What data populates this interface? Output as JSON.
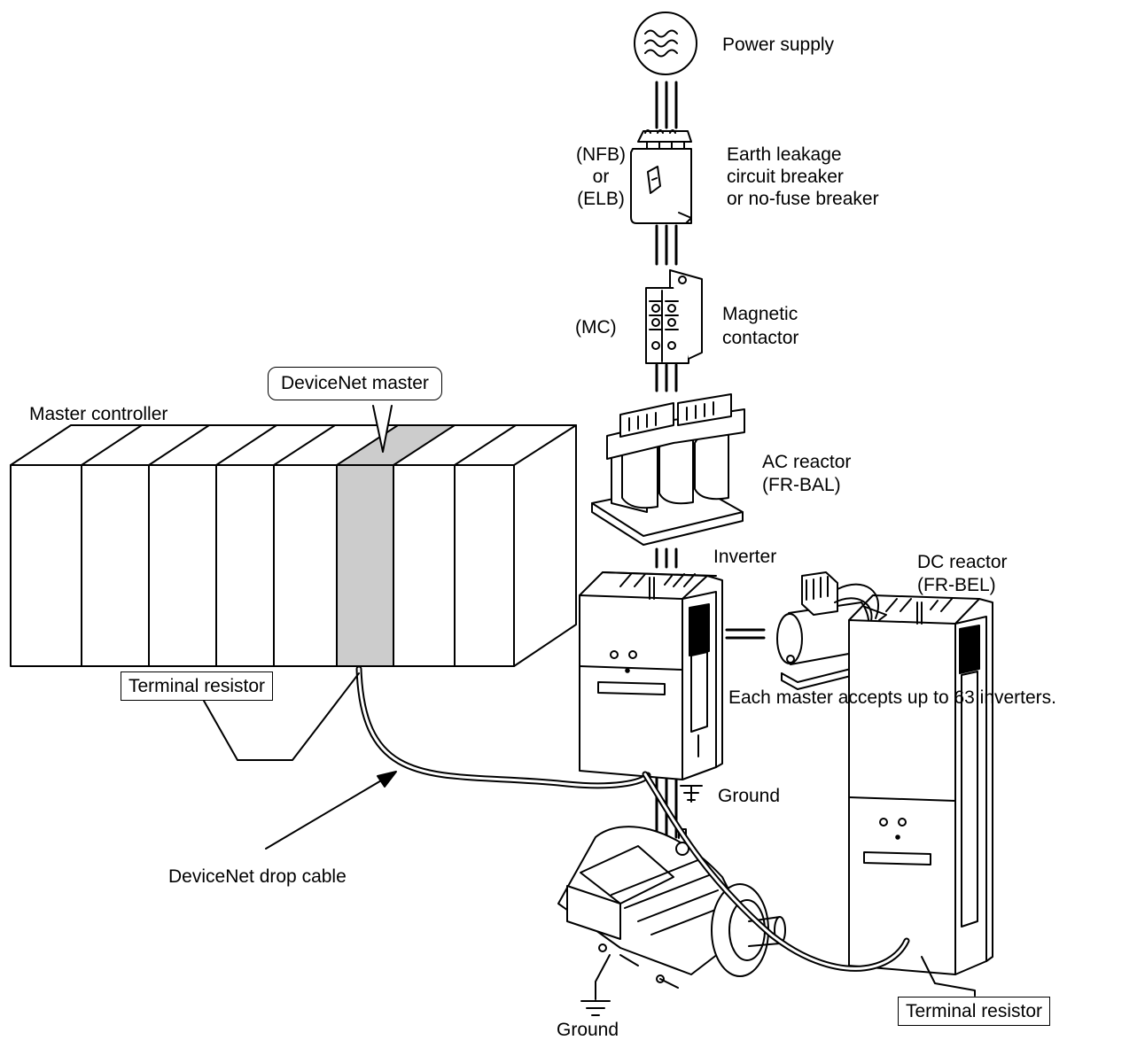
{
  "labels": {
    "power_supply": "Power supply",
    "nfb": "(NFB)",
    "or": "or",
    "elb": "(ELB)",
    "breaker_line1": "Earth leakage",
    "breaker_line2": "circuit breaker",
    "breaker_line3": "or no-fuse breaker",
    "mc": "(MC)",
    "contactor_line1": "Magnetic",
    "contactor_line2": "contactor",
    "devicenet_master": "DeviceNet master",
    "master_controller": "Master controller",
    "ac_reactor_line1": "AC reactor",
    "ac_reactor_line2": "(FR-BAL)",
    "inverter": "Inverter",
    "dc_reactor_line1": "DC reactor",
    "dc_reactor_line2": "(FR-BEL)",
    "each_master": "Each master accepts up to 63 inverters.",
    "terminal_resistor_left": "Terminal resistor",
    "terminal_resistor_right": "Terminal resistor",
    "ground_inverter": "Ground",
    "ground_motor": "Ground",
    "drop_cable": "DeviceNet drop cable"
  },
  "colors": {
    "line": "#000000",
    "highlight_module": "#cccccc",
    "background": "#ffffff"
  }
}
